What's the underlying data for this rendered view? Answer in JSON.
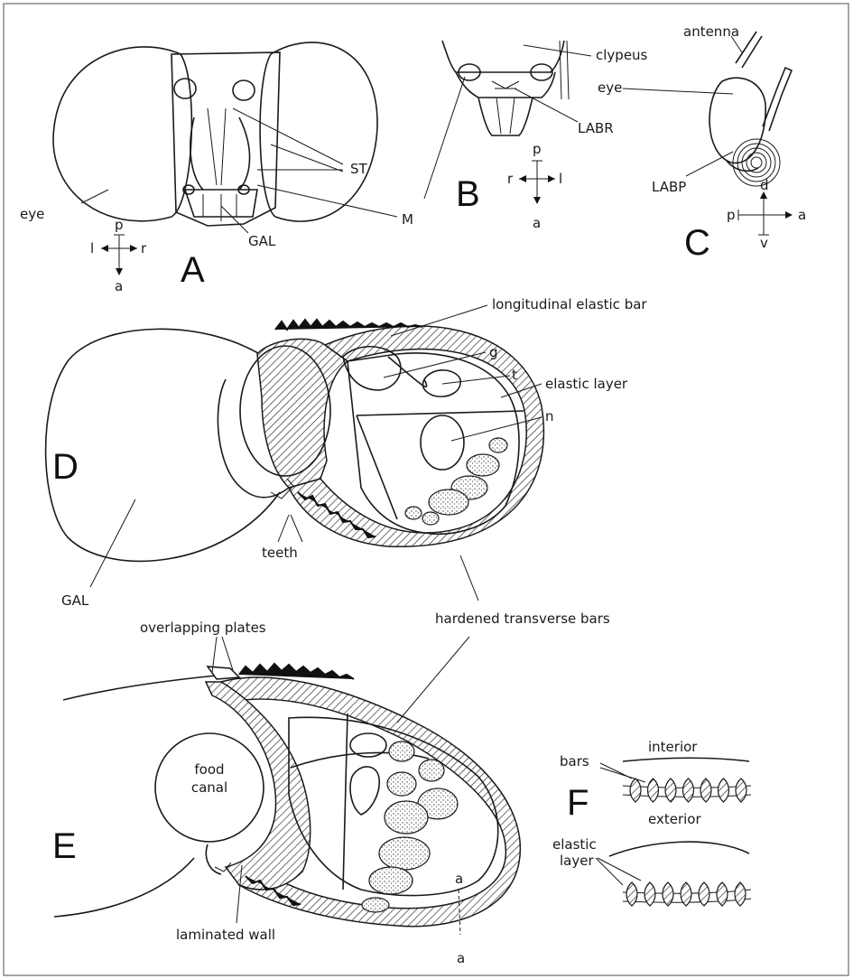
{
  "panels": [
    "A",
    "B",
    "C",
    "D",
    "E",
    "F"
  ],
  "panel_a": {
    "labels": {
      "eye": "eye",
      "st": "ST",
      "m": "M",
      "gal": "GAL"
    },
    "axes": {
      "p": "p",
      "l": "l",
      "r": "r",
      "a": "a"
    }
  },
  "panel_b": {
    "labels": {
      "clypeus": "clypeus",
      "labr": "LABR"
    },
    "axes": {
      "p": "p",
      "r": "r",
      "l": "l",
      "a": "a"
    }
  },
  "panel_c": {
    "labels": {
      "antenna": "antenna",
      "eye": "eye",
      "labp": "LABP"
    },
    "axes": {
      "d": "d",
      "p": "p",
      "a": "a",
      "v": "v"
    }
  },
  "panel_d": {
    "labels": {
      "long_bar": "longitudinal elastic bar",
      "g": "g",
      "t": "t",
      "elastic_layer": "elastic layer",
      "n": "n",
      "teeth": "teeth",
      "gal": "GAL",
      "hardened": "hardened transverse bars"
    }
  },
  "panel_e": {
    "labels": {
      "overlapping": "overlapping plates",
      "food1": "food",
      "food2": "canal",
      "laminated": "laminated wall",
      "a_top": "a",
      "a_bottom": "a"
    }
  },
  "panel_f": {
    "labels": {
      "interior": "interior",
      "bars": "bars",
      "exterior": "exterior",
      "elastic1": "elastic",
      "elastic2": "layer"
    }
  },
  "colors": {
    "ink": "#1a1a1a",
    "paper": "#ffffff",
    "hatch": "#333333"
  }
}
